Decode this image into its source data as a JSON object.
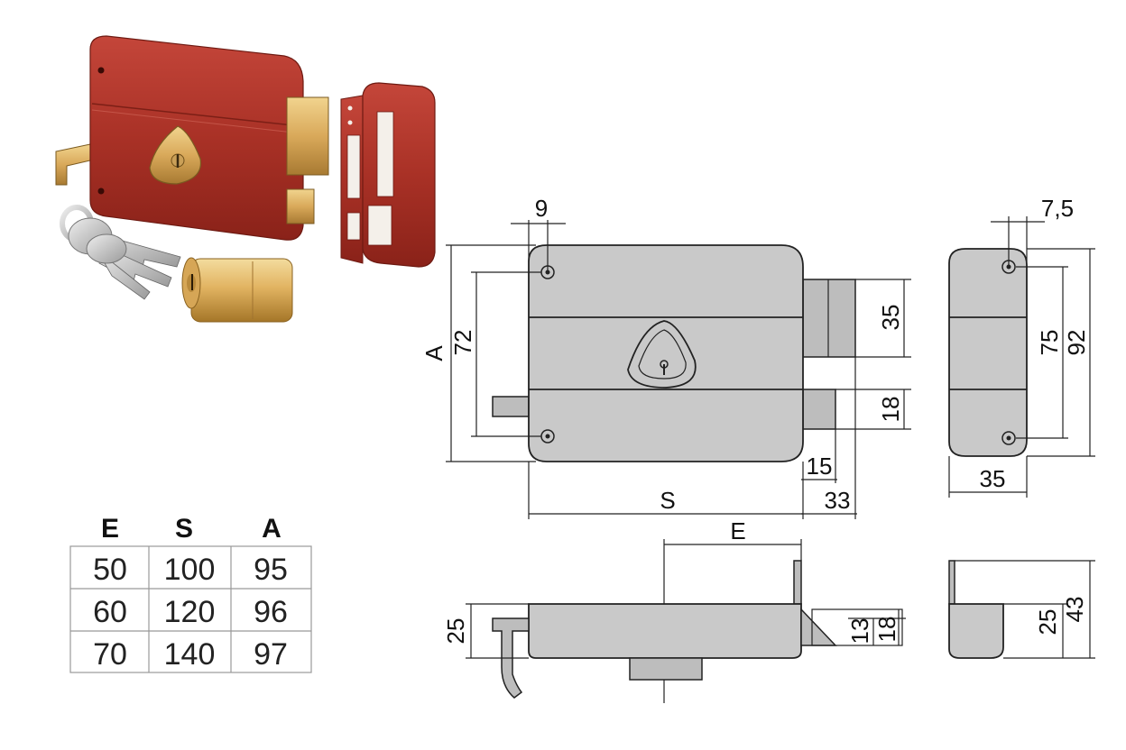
{
  "colors": {
    "lock_body": "#b5342a",
    "brass": "#d9a95a",
    "drawing_fill": "#c9c9c9",
    "line": "#222222"
  },
  "table": {
    "headers": [
      "E",
      "S",
      "A"
    ],
    "rows": [
      [
        "50",
        "100",
        "95"
      ],
      [
        "60",
        "120",
        "96"
      ],
      [
        "70",
        "140",
        "97"
      ]
    ]
  },
  "front_view": {
    "dims": {
      "hole_offset": "9",
      "height": "A",
      "hole_spacing": "72",
      "bolt_height": "35",
      "latch_height": "18",
      "latch_projection": "15",
      "bolt_projection": "33",
      "width": "S"
    }
  },
  "side_view": {
    "dims": {
      "hole_offset": "7,5",
      "hole_spacing": "75",
      "height": "92",
      "width": "35"
    }
  },
  "bottom_view": {
    "dims": {
      "backset": "E",
      "depth": "25",
      "latch_a": "13",
      "latch_b": "18"
    }
  },
  "end_view": {
    "dims": {
      "depth": "25",
      "total": "43"
    }
  }
}
